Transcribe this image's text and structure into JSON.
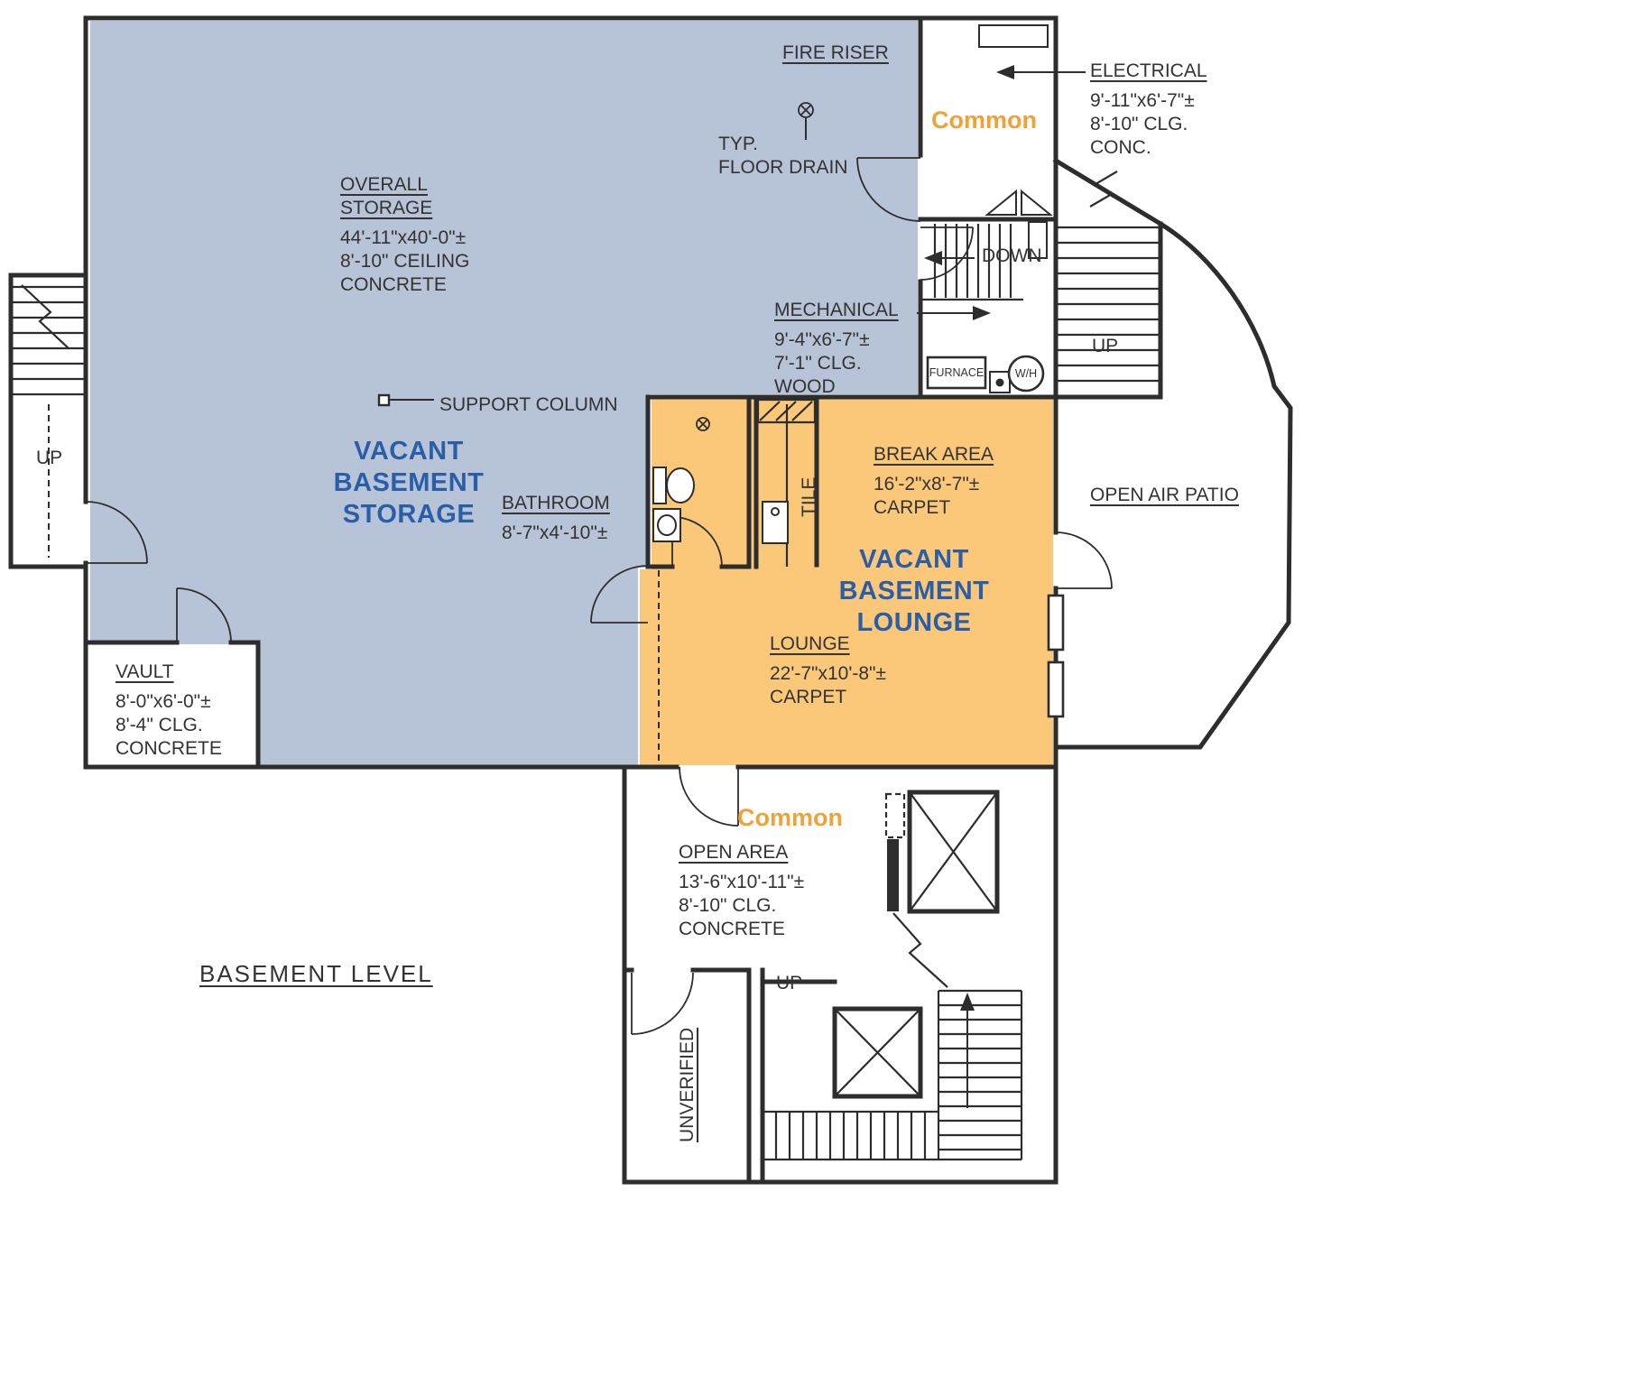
{
  "title": "BASEMENT LEVEL",
  "colors": {
    "storage_fill": "#b7c3d7",
    "lounge_fill": "#fbc87a",
    "common_text": "#f0a23a",
    "vacant_text": "#2a5fa8",
    "line": "#2d2d2d",
    "text": "#333333"
  },
  "areas": {
    "vacant_storage_lines": [
      "VACANT",
      "BASEMENT",
      "STORAGE"
    ],
    "vacant_lounge_lines": [
      "VACANT",
      "BASEMENT",
      "LOUNGE"
    ],
    "common_top": "Common",
    "common_bottom": "Common",
    "open_air_patio": "OPEN AIR PATIO"
  },
  "rooms": {
    "overall_storage": {
      "name_lines": [
        "OVERALL",
        "STORAGE"
      ],
      "dims": "44'-11\"x40'-0\"±",
      "ceiling": "8'-10\" CEILING",
      "floor": "CONCRETE"
    },
    "electrical": {
      "name": "ELECTRICAL",
      "dims": "9'-11\"x6'-7\"±",
      "ceiling": "8'-10\" CLG.",
      "floor": "CONC."
    },
    "mechanical": {
      "name": "MECHANICAL",
      "dims": "9'-4\"x6'-7\"±",
      "ceiling": "7'-1\" CLG.",
      "floor": "WOOD"
    },
    "bathroom": {
      "name": "BATHROOM",
      "dims": "8'-7\"x4'-10\"±"
    },
    "break_area": {
      "name": "BREAK AREA",
      "dims": "16'-2\"x8'-7\"±",
      "floor": "CARPET"
    },
    "lounge": {
      "name": "LOUNGE",
      "dims": "22'-7\"x10'-8\"±",
      "floor": "CARPET"
    },
    "vault": {
      "name": "VAULT",
      "dims": "8'-0\"x6'-0\"±",
      "ceiling": "8'-4\" CLG.",
      "floor": "CONCRETE"
    },
    "open_area": {
      "name": "OPEN AREA",
      "dims": "13'-6\"x10'-11\"±",
      "ceiling": "8'-10\" CLG.",
      "floor": "CONCRETE"
    },
    "unverified": {
      "name": "UNVERIFIED"
    },
    "tile": {
      "name": "TILE"
    }
  },
  "annotations": {
    "fire_riser": "FIRE RISER",
    "floor_drain_lines": [
      "TYP.",
      "FLOOR DRAIN"
    ],
    "support_column": "SUPPORT COLUMN",
    "down": "DOWN",
    "up_right": "UP",
    "up_left": "UP",
    "up_bottom": "UP"
  },
  "equipment": {
    "furnace": "FURNACE",
    "water_heater": "W/H"
  }
}
